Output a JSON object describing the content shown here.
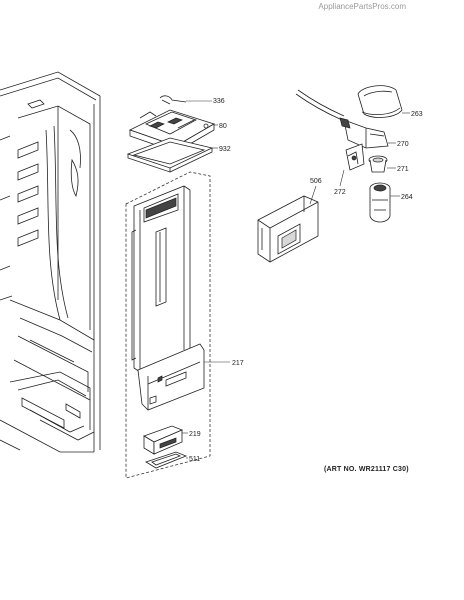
{
  "watermark": "AppliancePartsPros.com",
  "art_number": "(ART NO. WR21117 C30)",
  "callouts": {
    "c336": "336",
    "c80": "80",
    "c932": "932",
    "c217": "217",
    "c219": "219",
    "c511": "511",
    "c263": "263",
    "c270": "270",
    "c271": "271",
    "c272": "272",
    "c264": "264",
    "c506": "506"
  }
}
